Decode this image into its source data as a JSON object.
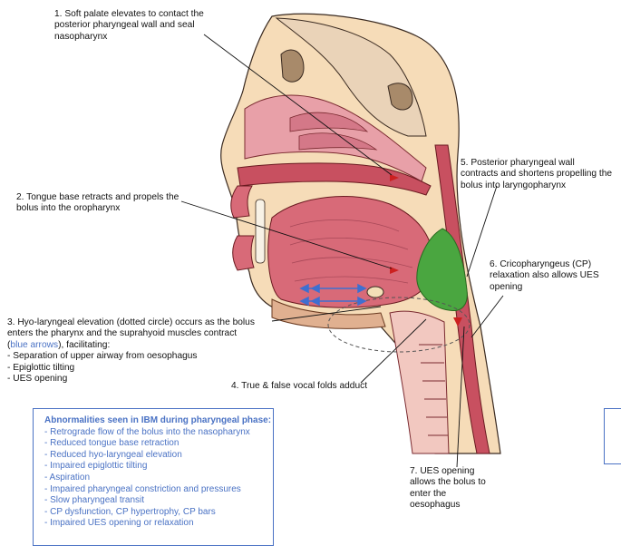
{
  "labels": {
    "step1": "1. Soft palate elevates to contact the\nposterior pharyngeal wall and seal\nnasopharynx",
    "step2": "2. Tongue base retracts and propels the\nbolus into the oropharynx",
    "step3": {
      "line1": "3. Hyo-laryngeal elevation (dotted circle) occurs as the bolus",
      "line2": "enters the pharynx and the suprahyoid muscles contract",
      "blue_part": "blue arrows",
      "line3_tail": ", facilitating:",
      "bullets": [
        "- Separation of upper airway from oesophagus",
        "- Epiglottic tilting",
        "- UES opening"
      ]
    },
    "step4": "4. True & false vocal folds adduct",
    "step5": "5. Posterior pharyngeal wall\ncontracts and shortens propelling the\nbolus into laryngopharynx",
    "step6": "6. Cricopharyngeus (CP)\nrelaxation also allows UES\nopening",
    "step7": "7. UES opening\nallows the bolus to\nenter the\noesophagus"
  },
  "abnormalities": {
    "title": "Abnormalities seen in IBM during pharyngeal phase:",
    "items": [
      "- Retrograde flow of the bolus into the nasopharynx",
      "- Reduced tongue base retraction",
      "- Reduced hyo-laryngeal elevation",
      "- Impaired epiglottic tilting",
      "- Aspiration",
      "- Impaired pharyngeal constriction and pressures",
      "- Slow pharyngeal transit",
      "- CP dysfunction, CP hypertrophy, CP bars",
      "- Impaired UES opening or relaxation"
    ]
  },
  "colors": {
    "skin": "#f6dcb8",
    "skin_outline": "#3a2a20",
    "bone": "#c8a98a",
    "tongue": "#d86a78",
    "palate": "#e89aa4",
    "muscle": "#c85060",
    "bolus": "#4aa640",
    "arrow_blue": "#3f6fd0",
    "box_blue": "#4a72c4"
  }
}
